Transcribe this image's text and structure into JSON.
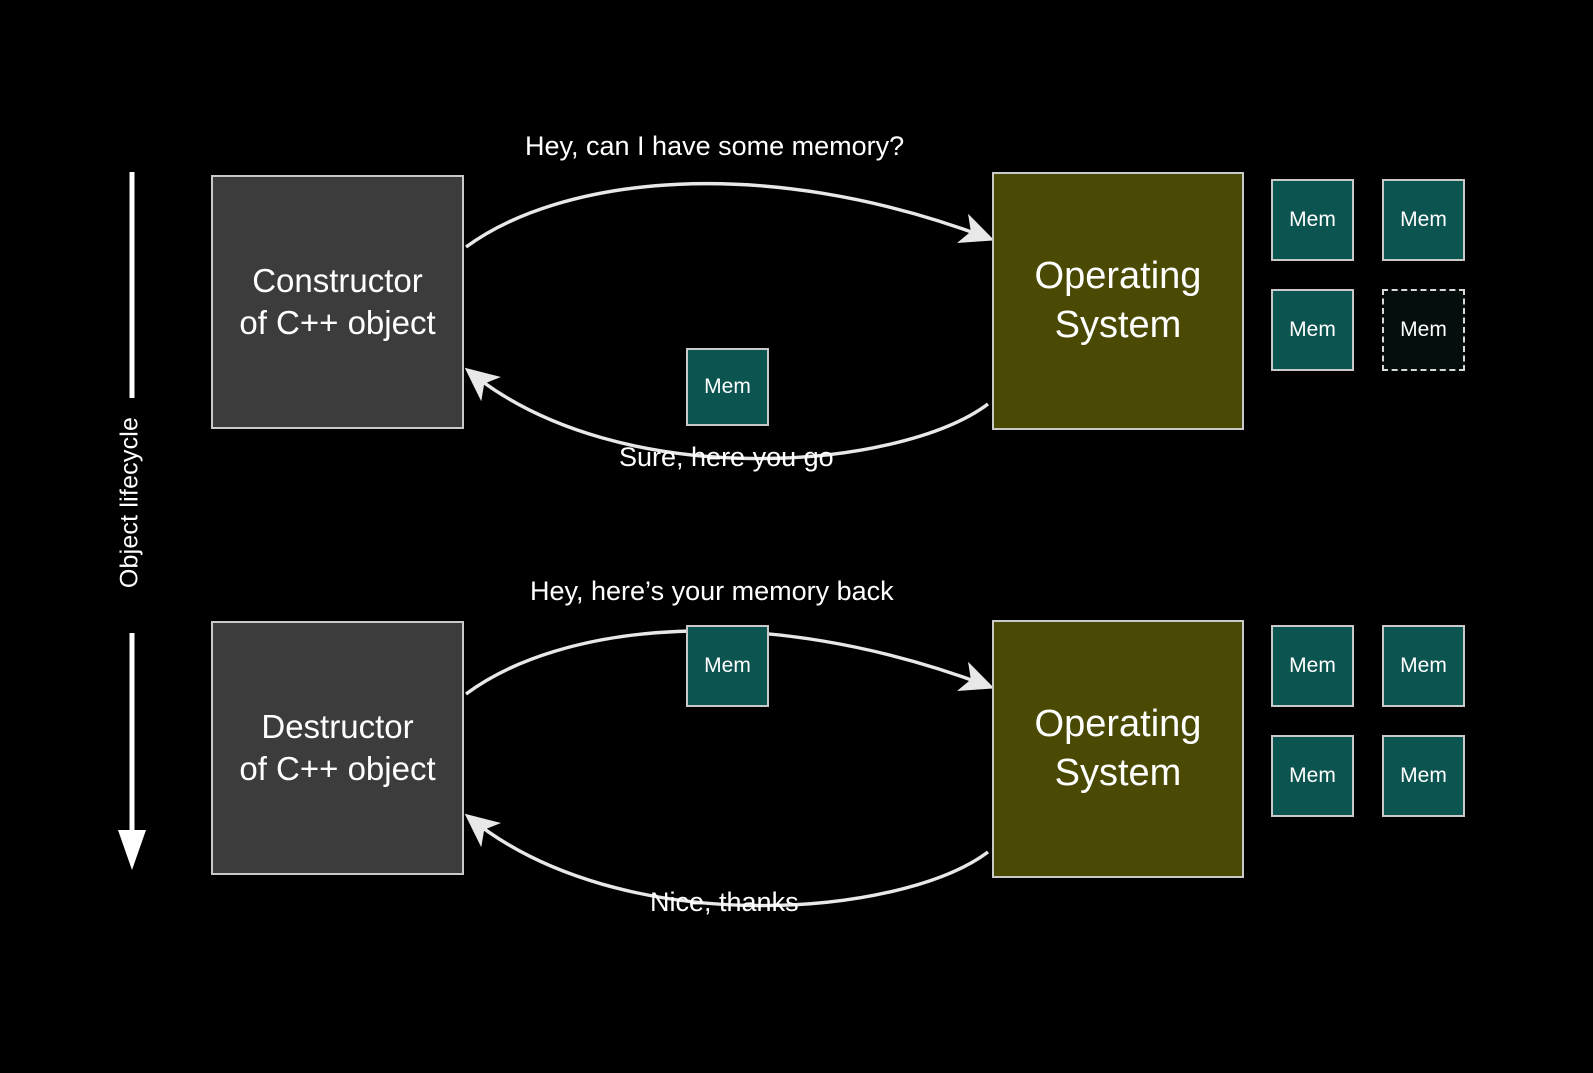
{
  "slide": {
    "background_color": "#000000",
    "axis": {
      "label": "Object lifecycle",
      "direction": "downward",
      "color": "#ffffff"
    },
    "colors": {
      "process_gray": "#3c3c3c",
      "process_olive": "#4a4a05",
      "memory_teal": "#0c5450",
      "memory_empty": "#060d0d",
      "stroke": "#c9c9c9",
      "text": "#ffffff"
    },
    "phases": [
      {
        "name": "construction",
        "actor": {
          "line1": "Constructor",
          "line2": "of C++ object"
        },
        "system": {
          "line1": "Operating",
          "line2": "System"
        },
        "request_message": "Hey, can I have some memory?",
        "reply_message": "Sure, here you go",
        "transit_block": "Mem",
        "memory_pool": [
          {
            "label": "Mem",
            "state": "allocated"
          },
          {
            "label": "Mem",
            "state": "allocated"
          },
          {
            "label": "Mem",
            "state": "allocated"
          },
          {
            "label": "Mem",
            "state": "empty"
          }
        ]
      },
      {
        "name": "destruction",
        "actor": {
          "line1": "Destructor",
          "line2": "of C++ object"
        },
        "system": {
          "line1": "Operating",
          "line2": "System"
        },
        "request_message": "Hey, here’s your memory back",
        "reply_message": "Nice, thanks",
        "transit_block": "Mem",
        "memory_pool": [
          {
            "label": "Mem",
            "state": "allocated"
          },
          {
            "label": "Mem",
            "state": "allocated"
          },
          {
            "label": "Mem",
            "state": "allocated"
          },
          {
            "label": "Mem",
            "state": "allocated"
          }
        ]
      }
    ]
  }
}
